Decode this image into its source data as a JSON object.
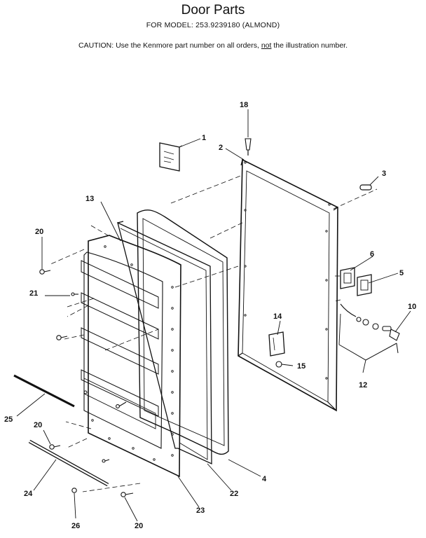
{
  "header": {
    "title": "Door Parts",
    "model": "FOR MODEL: 253.9239180 (ALMOND)",
    "caution_prefix": "CAUTION:  Use the Kenmore part number on all orders, ",
    "caution_emphasis": "not",
    "caution_suffix": " the illustration number."
  },
  "callouts": {
    "c1": "1",
    "c2": "2",
    "c3": "3",
    "c4": "4",
    "c5": "5",
    "c6": "6",
    "c10": "10",
    "c12": "12",
    "c13": "13",
    "c14": "14",
    "c15": "15",
    "c18": "18",
    "c20a": "20",
    "c20b": "20",
    "c20c": "20",
    "c21": "21",
    "c22": "22",
    "c23": "23",
    "c24": "24",
    "c25": "25",
    "c26": "26"
  }
}
